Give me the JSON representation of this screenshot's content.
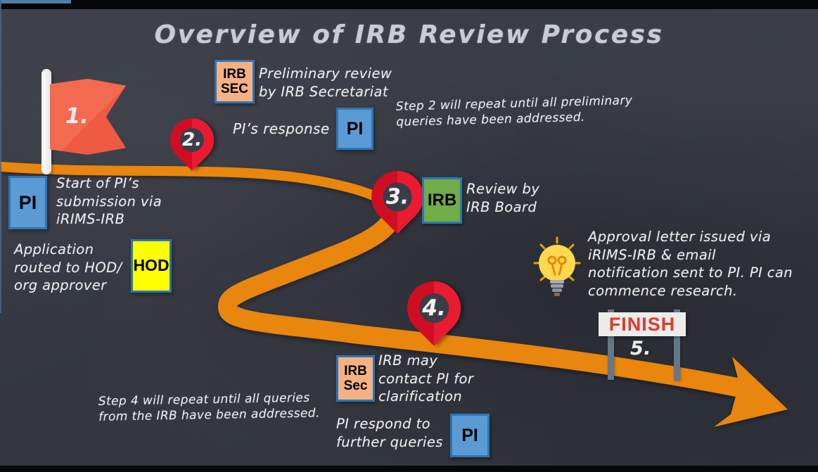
{
  "title": "Overview of IRB Review Process",
  "colors": {
    "background": "#363942",
    "path_orange": "#e8860d",
    "pin_red": "#e31126",
    "flag_red": "#f26a50",
    "pi_blue": "#5b9bd5",
    "irb_sec_peach": "#f4b183",
    "hod_yellow": "#ffff00",
    "irb_green": "#70ad47",
    "box_border_blue": "#2e75b6",
    "chalk_white": "#ececec",
    "finish_red": "#e0392f"
  },
  "icons": {
    "flag": "start-flag-icon",
    "pin": "location-pin-icon",
    "lightbulb": "lightbulb-icon"
  },
  "markers": {
    "step1": "1.",
    "step2": "2.",
    "step3": "3.",
    "step4": "4.",
    "step5": "5."
  },
  "actors": {
    "pi_start": "PI",
    "irb_sec_step2": "IRB SEC",
    "pi_step2": "PI",
    "hod": "HOD",
    "irb_step3": "IRB",
    "irb_sec_step4": "IRB Sec",
    "pi_step4": "PI"
  },
  "texts": {
    "step1_description": "Start of PI’s submission via iRIMS-IRB",
    "step1_routing": "Application routed to HOD/ org approver",
    "step2_description": "Preliminary review by IRB Secretariat",
    "step2_response": "PI’s response",
    "step2_note": "Step 2 will repeat until all preliminary queries have been addressed.",
    "step3_description": "Review by IRB Board",
    "step4_description": "IRB may contact PI for clarification",
    "step4_response": "PI respond to further queries",
    "step4_note": "Step 4 will repeat until all queries from the IRB have been addressed.",
    "step5_description": "Approval letter issued via iRIMS-IRB & email notification sent to PI. PI can commence research.",
    "finish_label": "FINISH"
  }
}
